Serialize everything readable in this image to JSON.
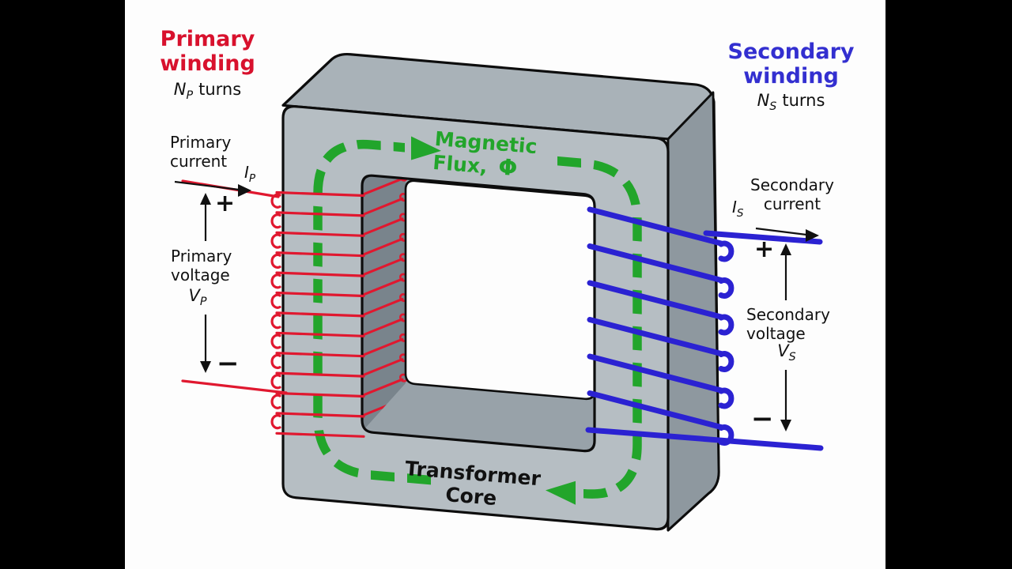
{
  "colors": {
    "background": "#000000",
    "canvas": "#fdfdfd",
    "primary_red": "#d8112d",
    "primary_wire": "#e0182f",
    "secondary_blue": "#332fd0",
    "secondary_wire": "#2b22d2",
    "flux_green": "#22a52b",
    "core_front": "#b6bec3",
    "core_top": "#a9b2b8",
    "core_side": "#8e989f",
    "core_wall_dark": "#79848c",
    "core_wall_light": "#98a2a9",
    "text_black": "#111111"
  },
  "primary": {
    "winding_line1": "Primary",
    "winding_line2": "winding",
    "turns_symbol": "N",
    "turns_sub": "P",
    "turns_word": "turns",
    "current_line1": "Primary",
    "current_line2": "current",
    "current_symbol": "I",
    "current_sub": "P",
    "plus": "+",
    "minus": "−",
    "voltage_line1": "Primary",
    "voltage_line2": "voltage",
    "voltage_symbol": "V",
    "voltage_sub": "P"
  },
  "secondary": {
    "winding_line1": "Secondary",
    "winding_line2": "winding",
    "turns_symbol": "N",
    "turns_sub": "S",
    "turns_word": "turns",
    "current_line1": "Secondary",
    "current_line2": "current",
    "current_symbol": "I",
    "current_sub": "S",
    "plus": "+",
    "minus": "−",
    "voltage_line1": "Secondary",
    "voltage_line2": "voltage",
    "voltage_symbol": "V",
    "voltage_sub": "S"
  },
  "flux": {
    "line1": "Magnetic",
    "line2": "Flux,",
    "symbol": "Φ"
  },
  "core": {
    "line1": "Transformer",
    "line2": "Core"
  },
  "windings": {
    "primary_turns_drawn": 13,
    "secondary_turns_drawn": 6
  }
}
